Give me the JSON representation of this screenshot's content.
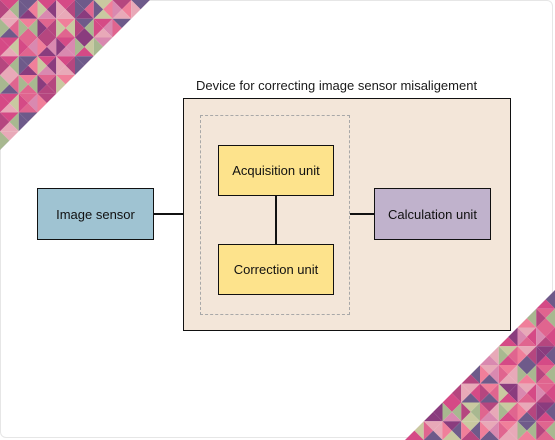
{
  "diagram": {
    "device_title": "Device for correcting image sensor misaligement",
    "image_sensor_label": "Image sensor",
    "acquisition_label": "Acquisition unit",
    "correction_label": "Correction unit",
    "calculation_label": "Calculation unit"
  },
  "colors": {
    "device_fill": "#f3e6d9",
    "sensor_fill": "#9fc3d2",
    "unit_fill": "#fde38c",
    "calc_fill": "#c0b2cc",
    "decor_pink": "#d54a86",
    "decor_purple": "#8a3c7e"
  }
}
